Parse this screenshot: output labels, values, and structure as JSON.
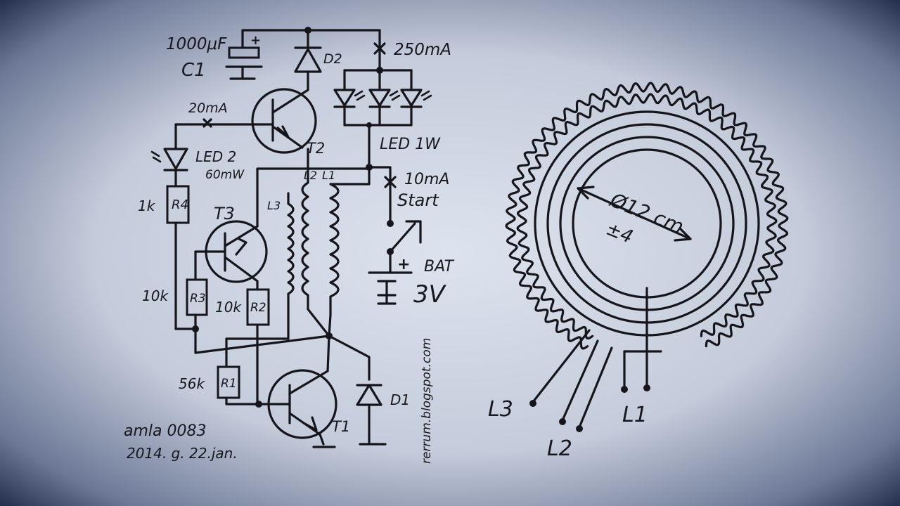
{
  "schematic": {
    "capacitor": {
      "value": "1000μF",
      "name": "C1",
      "polarity": "+"
    },
    "diodes": {
      "d2": "D2",
      "d1": "D1"
    },
    "fuse_top": "250mA",
    "led_main": "LED 1W",
    "current_base": "20mA",
    "transistors": {
      "t1": "T1",
      "t2": "T2",
      "t3": "T3"
    },
    "led2": {
      "name": "LED 2",
      "power": "60mW"
    },
    "resistors": {
      "r4": {
        "value": "1k",
        "name": "R4"
      },
      "r3": {
        "value": "10k",
        "name": "R3"
      },
      "r2": {
        "value": "10k",
        "name": "R2"
      },
      "r1": {
        "value": "56k",
        "name": "R1"
      }
    },
    "coils": {
      "l1": "L1",
      "l2": "L2",
      "l3": "L3"
    },
    "switch_current": "10mA",
    "switch_label": "Start",
    "battery": {
      "name": "BAT",
      "voltage": "3V",
      "polarity": "+"
    },
    "watermark": "rerrum.blogspot.com",
    "signature": {
      "line1": "amla 0083",
      "line2": "2014. g. 22.jan."
    }
  },
  "coil": {
    "diameter": "Ø12 cm",
    "tolerance": "±4",
    "leads": {
      "l1": "L1",
      "l2": "L2",
      "l3": "L3"
    }
  }
}
